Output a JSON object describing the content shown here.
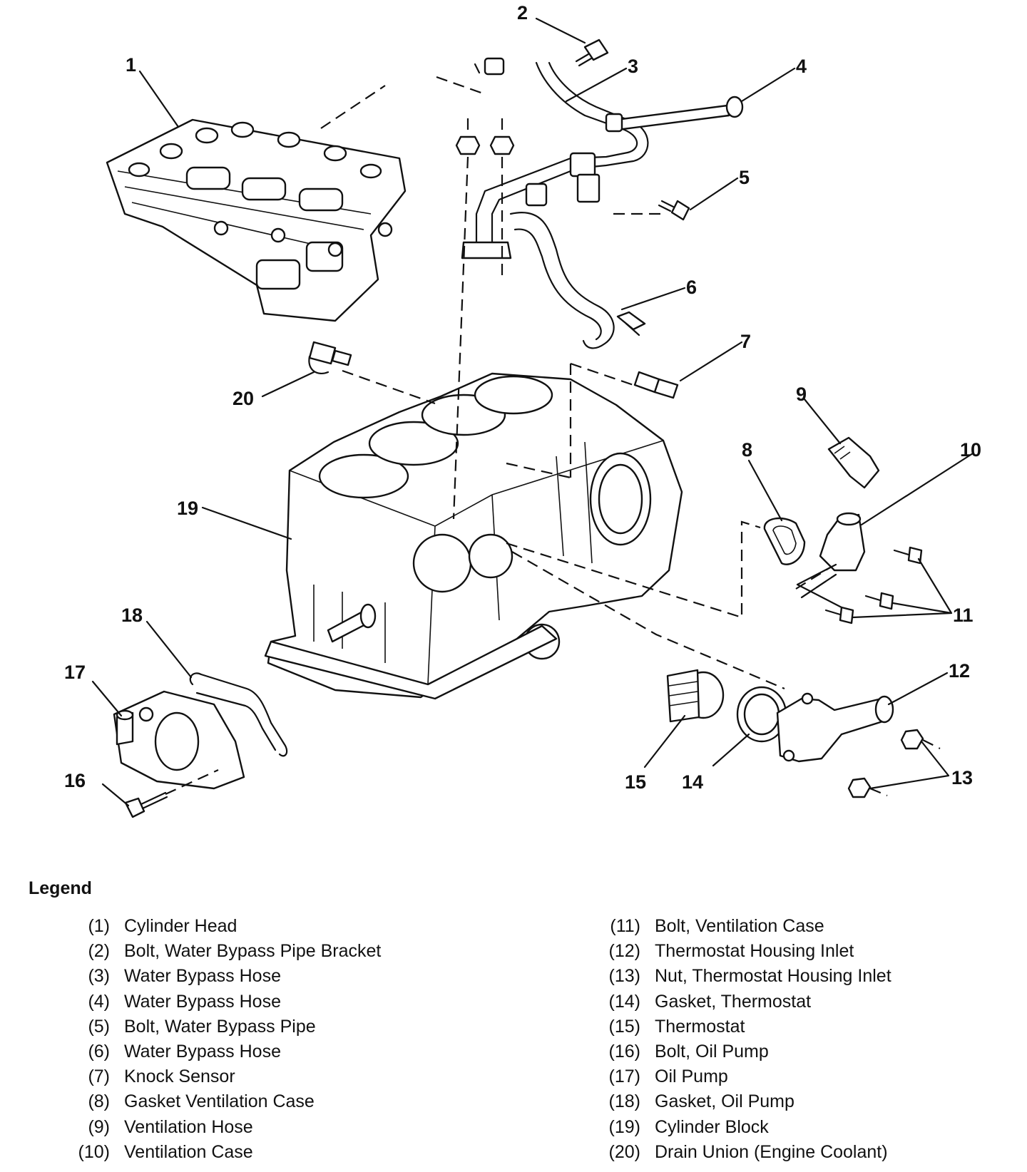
{
  "callouts": [
    "1",
    "2",
    "3",
    "4",
    "5",
    "6",
    "7",
    "8",
    "9",
    "10",
    "11",
    "12",
    "13",
    "14",
    "15",
    "16",
    "17",
    "18",
    "19",
    "20"
  ],
  "legend": {
    "title": "Legend",
    "items": [
      {
        "num": "(1)",
        "label": "Cylinder Head"
      },
      {
        "num": "(2)",
        "label": "Bolt, Water Bypass Pipe Bracket"
      },
      {
        "num": "(3)",
        "label": "Water Bypass Hose"
      },
      {
        "num": "(4)",
        "label": "Water Bypass Hose"
      },
      {
        "num": "(5)",
        "label": "Bolt, Water Bypass Pipe"
      },
      {
        "num": "(6)",
        "label": "Water Bypass Hose"
      },
      {
        "num": "(7)",
        "label": "Knock Sensor"
      },
      {
        "num": "(8)",
        "label": "Gasket Ventilation Case"
      },
      {
        "num": "(9)",
        "label": "Ventilation Hose"
      },
      {
        "num": "(10)",
        "label": "Ventilation Case"
      },
      {
        "num": "(11)",
        "label": "Bolt, Ventilation Case"
      },
      {
        "num": "(12)",
        "label": "Thermostat Housing Inlet"
      },
      {
        "num": "(13)",
        "label": "Nut, Thermostat Housing Inlet"
      },
      {
        "num": "(14)",
        "label": "Gasket, Thermostat"
      },
      {
        "num": "(15)",
        "label": "Thermostat"
      },
      {
        "num": "(16)",
        "label": "Bolt, Oil Pump"
      },
      {
        "num": "(17)",
        "label": "Oil Pump"
      },
      {
        "num": "(18)",
        "label": "Gasket, Oil Pump"
      },
      {
        "num": "(19)",
        "label": "Cylinder Block"
      },
      {
        "num": "(20)",
        "label": "Drain Union (Engine Coolant)"
      }
    ]
  }
}
